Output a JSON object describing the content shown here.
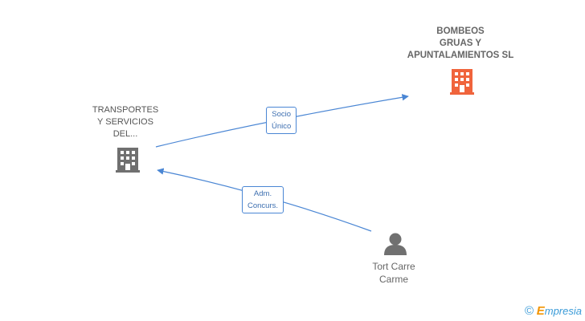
{
  "nodes": {
    "transportes": {
      "lines": [
        "TRANSPORTES",
        "Y SERVICIOS",
        "DEL..."
      ],
      "icon": "building-icon",
      "color": "#707070"
    },
    "bombeos": {
      "lines": [
        "BOMBEOS",
        "GRUAS Y",
        "APUNTALAMIENTOS SL"
      ],
      "icon": "building-icon",
      "color": "#f0643c"
    },
    "person": {
      "lines": [
        "Tort Carre",
        "Carme"
      ],
      "icon": "person-icon",
      "color": "#707070"
    }
  },
  "edges": {
    "socio": {
      "lines": [
        "Socio",
        "Único"
      ]
    },
    "adm": {
      "lines": [
        "Adm.",
        "Concurs."
      ]
    }
  },
  "colors": {
    "edge": "#4a86d4"
  },
  "brand": {
    "copyright": "©",
    "e": "E",
    "rest": "mpresia"
  }
}
